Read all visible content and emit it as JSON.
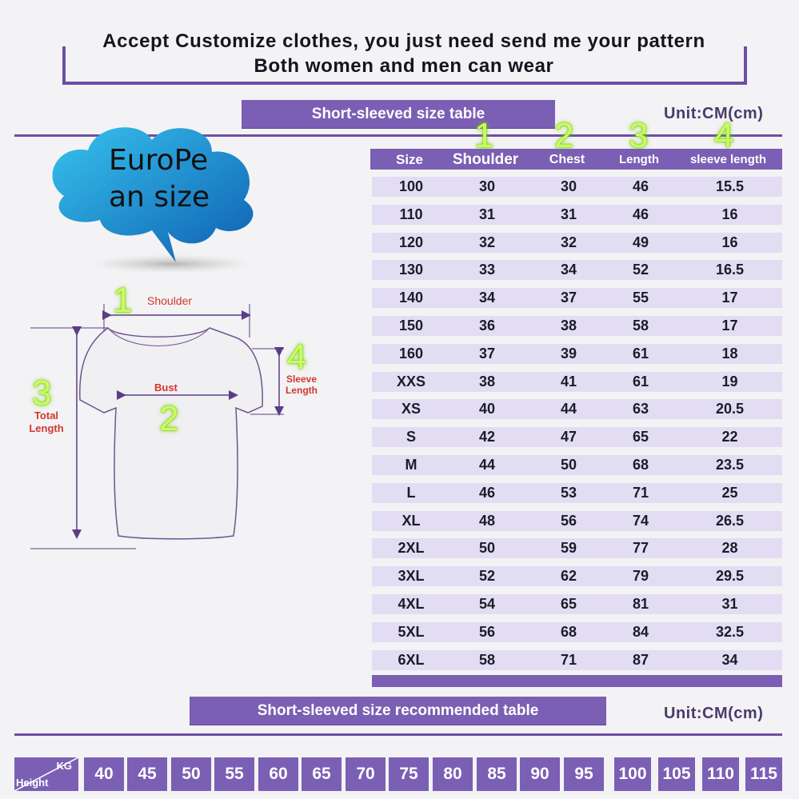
{
  "header": {
    "line1": "Accept Customize clothes, you just need send me your pattern",
    "line2": "Both women and men can wear"
  },
  "size_table": {
    "title": "Short-sleeved size  table",
    "unit": "Unit:CM(cm)",
    "column_numbers": [
      "1",
      "2",
      "3",
      "4"
    ],
    "columns": [
      "Size",
      "Shoulder",
      "Chest",
      "Length",
      "sleeve length"
    ],
    "rows": [
      [
        "100",
        "30",
        "30",
        "46",
        "15.5"
      ],
      [
        "110",
        "31",
        "31",
        "46",
        "16"
      ],
      [
        "120",
        "32",
        "32",
        "49",
        "16"
      ],
      [
        "130",
        "33",
        "34",
        "52",
        "16.5"
      ],
      [
        "140",
        "34",
        "37",
        "55",
        "17"
      ],
      [
        "150",
        "36",
        "38",
        "58",
        "17"
      ],
      [
        "160",
        "37",
        "39",
        "61",
        "18"
      ],
      [
        "XXS",
        "38",
        "41",
        "61",
        "19"
      ],
      [
        "XS",
        "40",
        "44",
        "63",
        "20.5"
      ],
      [
        "S",
        "42",
        "47",
        "65",
        "22"
      ],
      [
        "M",
        "44",
        "50",
        "68",
        "23.5"
      ],
      [
        "L",
        "46",
        "53",
        "71",
        "25"
      ],
      [
        "XL",
        "48",
        "56",
        "74",
        "26.5"
      ],
      [
        "2XL",
        "50",
        "59",
        "77",
        "28"
      ],
      [
        "3XL",
        "52",
        "62",
        "79",
        "29.5"
      ],
      [
        "4XL",
        "54",
        "65",
        "81",
        "31"
      ],
      [
        "5XL",
        "56",
        "68",
        "84",
        "32.5"
      ],
      [
        "6XL",
        "58",
        "71",
        "87",
        "34"
      ]
    ]
  },
  "badge": {
    "line1": "EuroPe",
    "line2": "an size"
  },
  "diagram": {
    "shoulder_num": "1",
    "shoulder_label": "Shoulder",
    "bust_num": "2",
    "bust_label": "Bust",
    "length_num": "3",
    "length_label_1": "Total",
    "length_label_2": "Length",
    "sleeve_num": "4",
    "sleeve_label_1": "Sleeve",
    "sleeve_label_2": "Length"
  },
  "recommend_table": {
    "title": "Short-sleeved size recommended table",
    "unit": "Unit:CM(cm)",
    "corner_top": "KG",
    "corner_bottom": "Height",
    "weights": [
      "40",
      "45",
      "50",
      "55",
      "60",
      "65",
      "70",
      "75",
      "80",
      "85",
      "90",
      "95",
      "100",
      "105",
      "110",
      "115"
    ]
  },
  "colors": {
    "accent": "#7b5fb4",
    "row_fill": "#e2ddf3",
    "glow_number": "#c6ff5e",
    "diagram_label": "#d0382f"
  }
}
